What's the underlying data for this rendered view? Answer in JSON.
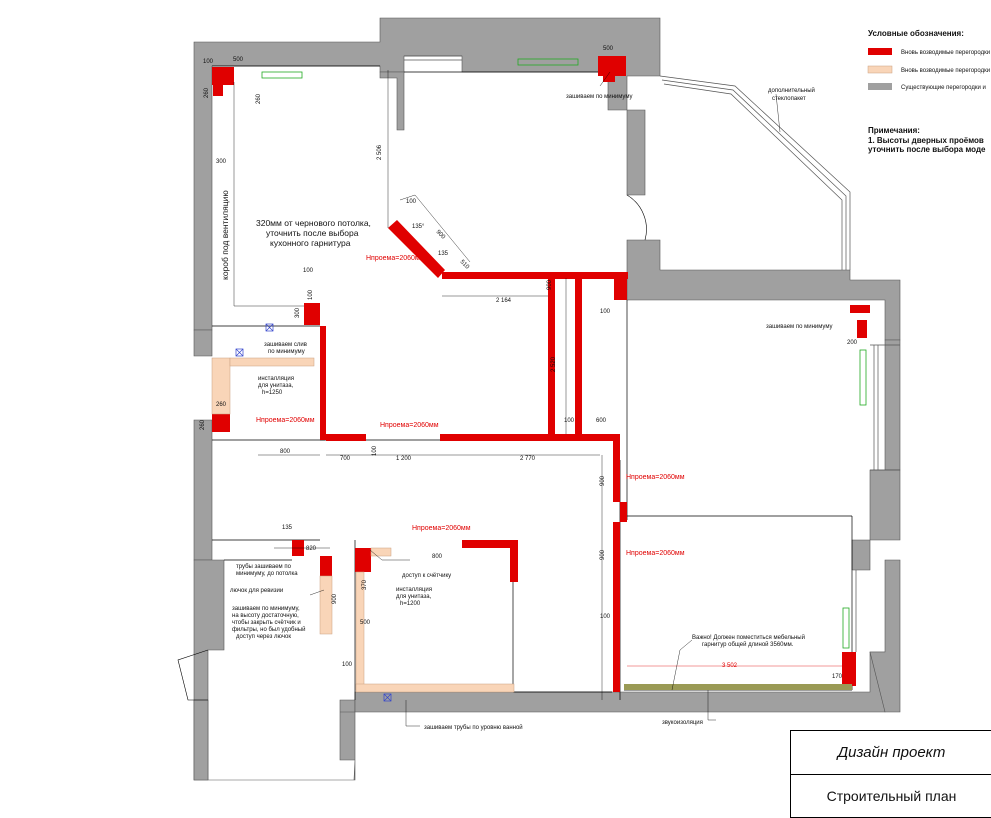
{
  "legend": {
    "title": "Условные обозначения:",
    "items": [
      {
        "label": "Вновь возводимые перегородки",
        "color": "#e00000"
      },
      {
        "label": "Вновь возводимые перегородки",
        "color": "#f9d5b8"
      },
      {
        "label": "Существующие перегородки и",
        "color": "#a0a0a0"
      }
    ]
  },
  "notes": {
    "title": "Примечания:",
    "line1": "1. Высоты дверных проёмов",
    "line2": "уточнить после выбора моде"
  },
  "title_block": {
    "project": "Дизайн проект",
    "sheet": "Строительный план"
  },
  "annotations": {
    "ceiling_note_1": "320мм от чернового потолка,",
    "ceiling_note_2": "уточнить после выбора",
    "ceiling_note_3": "кухонного гарнитура",
    "vent_box": "короб под вентиляцию",
    "stitch_min_1": "зашиваем по минимуму",
    "stitch_min_2": "зашиваем по минимуму",
    "glazing_1": "дополнительный",
    "glazing_2": "стеклопакет",
    "drain_1": "зашиваем слив",
    "drain_2": "по минимуму",
    "install_1a": "инсталляция",
    "install_1b": "для унитаза,",
    "install_1c": "h=1250",
    "install_2a": "инсталляция",
    "install_2b": "для унитаза,",
    "install_2c": "h=1200",
    "pipes_1": "трубы зашиваем по",
    "pipes_2": "минимуму, до потолка",
    "hatch": "лючок для ревизии",
    "meter_1": "зашиваем по минимуму,",
    "meter_2": "на высоту достаточную,",
    "meter_3": "чтобы закрыть счётчик и",
    "meter_4": "фильтры, но был удобный",
    "meter_5": "доступ через лючок",
    "meter_access": "доступ к счётчику",
    "bath_pipes": "зашиваем трубы по уровню ванной",
    "soundproof": "звукоизоляция",
    "furniture_1": "Важно! Должен поместиться мебельный",
    "furniture_2": "гарнитур общей длиной 3560мм.",
    "door_h": "Hпроема=2060мм"
  },
  "dimensions": {
    "d500a": "500",
    "d100a": "100",
    "d260a": "260",
    "d100b": "100",
    "d500b": "500",
    "d260b": "260",
    "d2506": "2 506",
    "d300": "300",
    "d100c": "100",
    "d135a": "135°",
    "d900a": "900",
    "d135b": "135",
    "d510": "510",
    "d2164": "2 164",
    "d900b": "900",
    "d2520": "2 520",
    "d100d": "100",
    "d100e": "100",
    "d300b": "300",
    "d100f": "100",
    "d260c": "260",
    "d260d": "260",
    "d100g": "100",
    "d600": "600",
    "d100h": "100",
    "d800a": "800",
    "d700": "700",
    "d1200": "1 200",
    "d2770": "2 770",
    "d200": "200",
    "d900c": "900",
    "d900d": "900",
    "d100i": "100",
    "d135c": "135",
    "d820": "820",
    "d800b": "800",
    "d370": "370",
    "d900e": "900",
    "d500c": "500",
    "d100j": "100",
    "d170": "170",
    "d3502": "3 502"
  }
}
